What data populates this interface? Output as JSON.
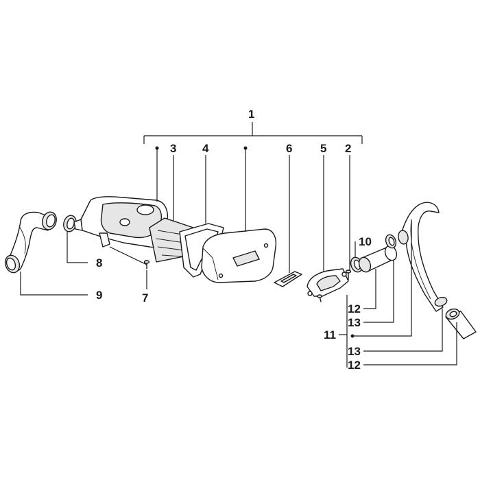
{
  "callouts": {
    "c1": "1",
    "c2": "2",
    "c3": "3",
    "c4": "4",
    "c5": "5",
    "c6": "6",
    "c7": "7",
    "c8": "8",
    "c9": "9",
    "c10": "10",
    "c11": "11",
    "c12a": "12",
    "c13a": "13",
    "c13b": "13",
    "c12b": "12"
  },
  "icons": {
    "parts": [
      "intake-hose-icon",
      "hose-clamp-icon",
      "air-box-icon",
      "filter-element-icon",
      "gasket-icon",
      "air-box-cover-icon",
      "cover-plate-icon",
      "flange-icon",
      "screw-icon",
      "connector-sleeve-icon",
      "air-duct-icon"
    ]
  },
  "colors": {
    "line": "#1a1a1a",
    "background": "#ffffff"
  }
}
